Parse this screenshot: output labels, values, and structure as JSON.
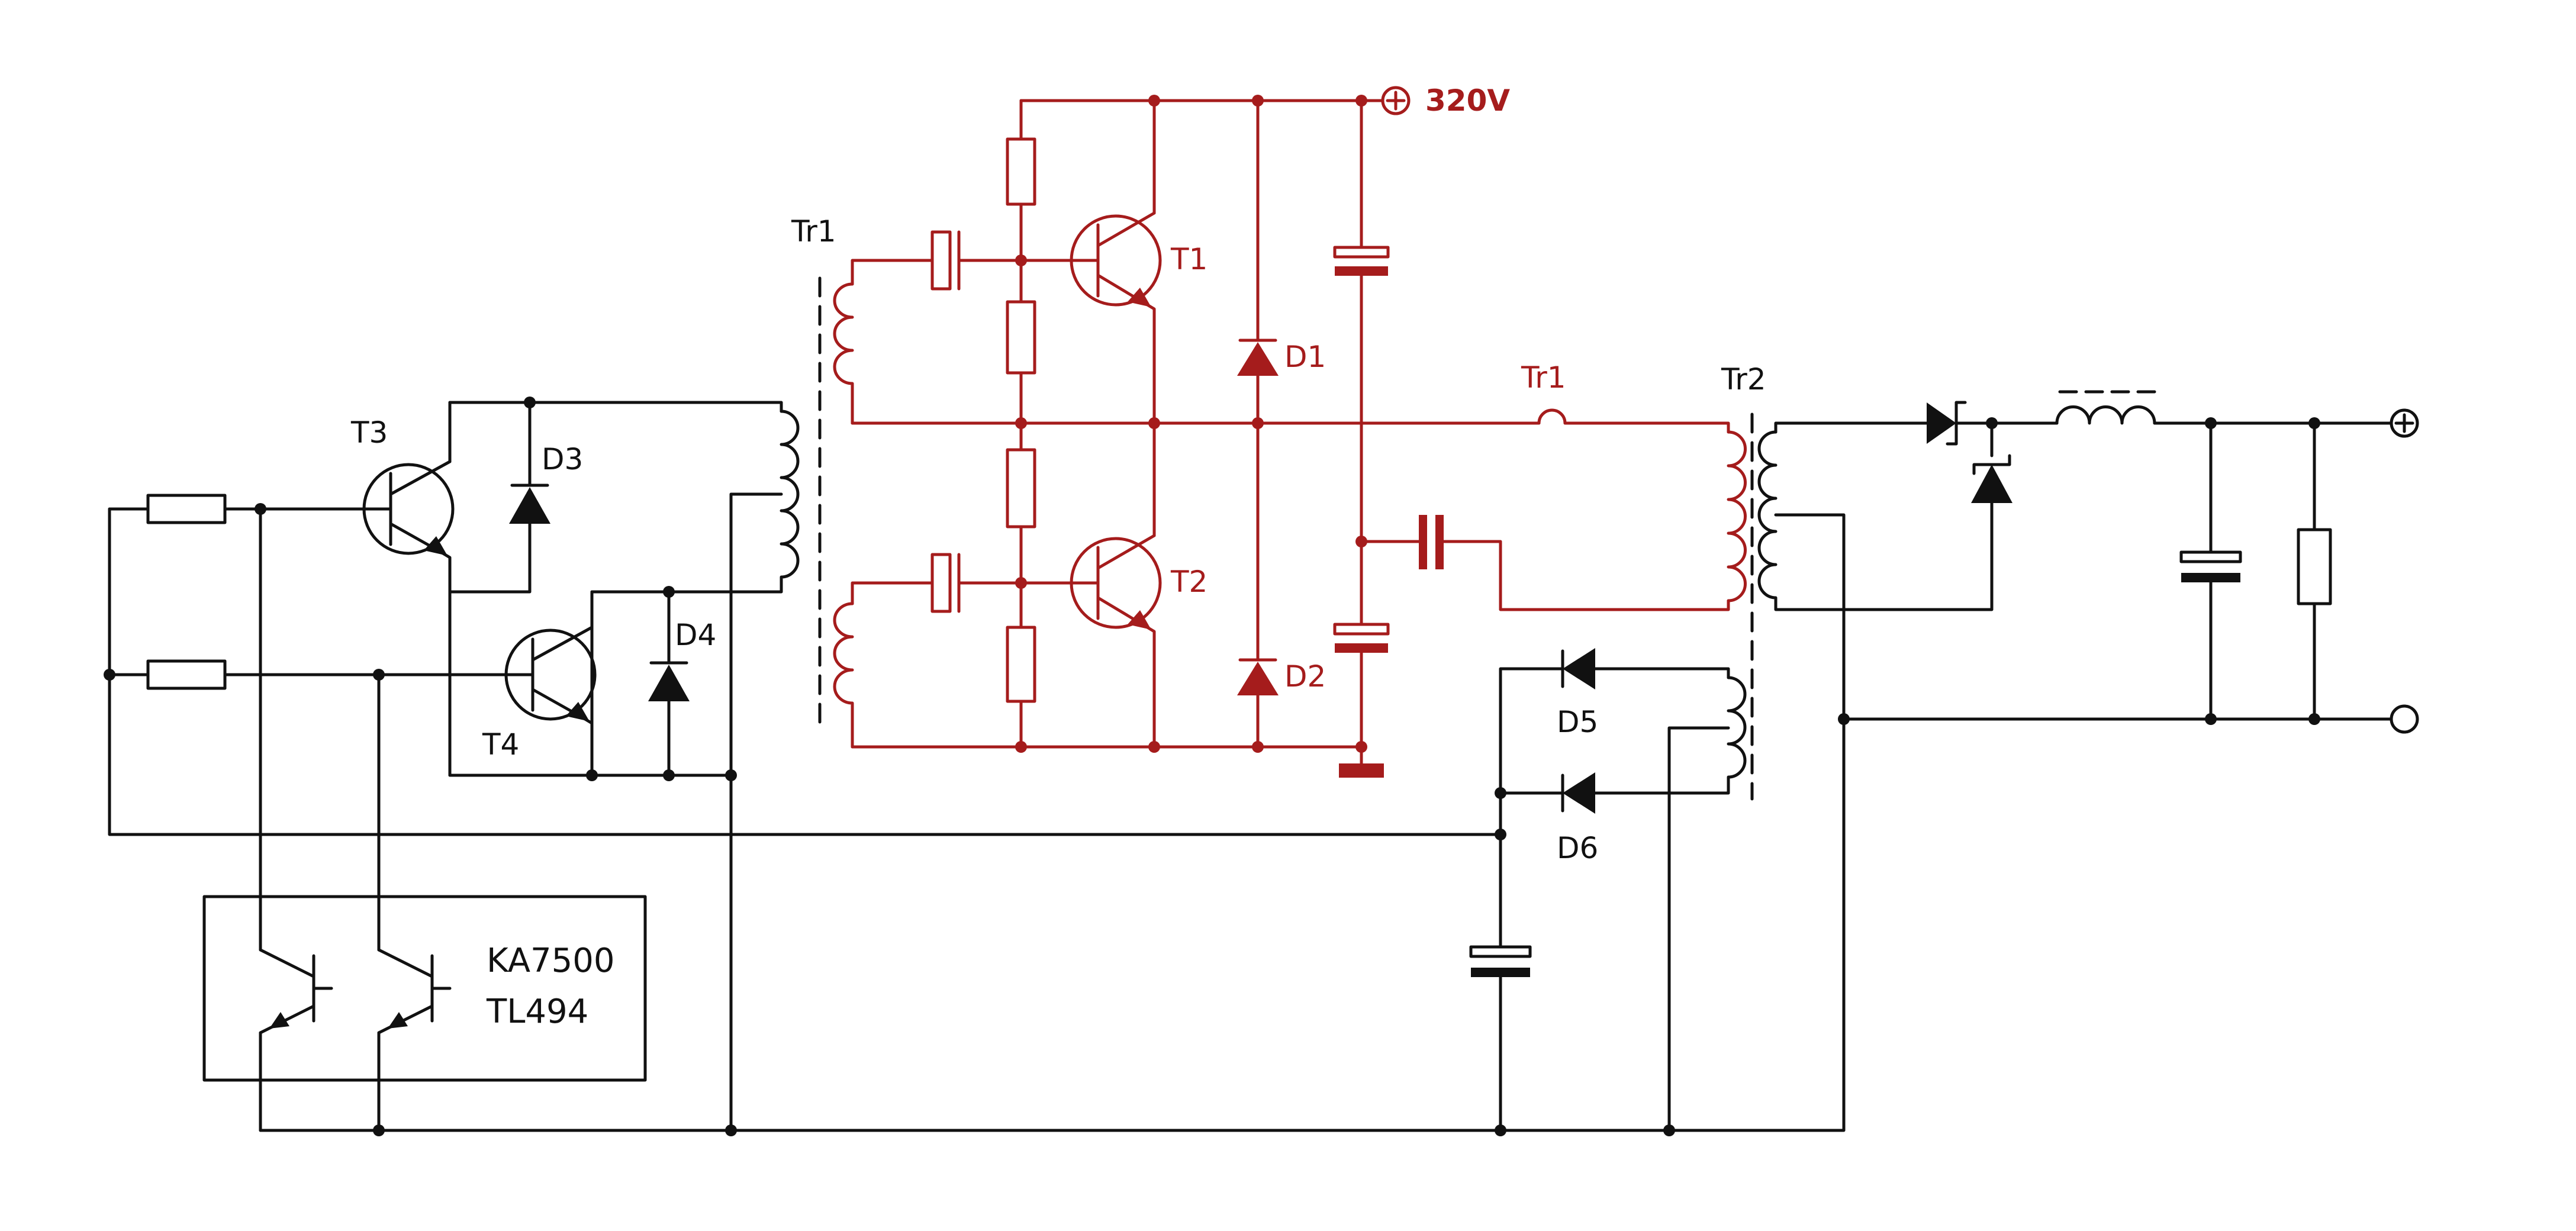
{
  "diagram": {
    "colors": {
      "primary_side": "#a51c1c",
      "secondary_side": "#111111",
      "background": "#ffffff"
    },
    "supply": {
      "voltage_label": "320V"
    },
    "ic": {
      "line1": "KA7500",
      "line2": "TL494"
    },
    "labels": {
      "T1": "T1",
      "T2": "T2",
      "T3": "T3",
      "T4": "T4",
      "D1": "D1",
      "D2": "D2",
      "D3": "D3",
      "D4": "D4",
      "D5": "D5",
      "D6": "D6",
      "Tr1_left": "Tr1",
      "Tr1_center": "Tr1",
      "Tr2": "Tr2"
    },
    "icons": {
      "plus_terminal": "circle-plus-icon",
      "output_plus": "circle-plus-icon",
      "output_minus": "open-circle-icon"
    }
  }
}
